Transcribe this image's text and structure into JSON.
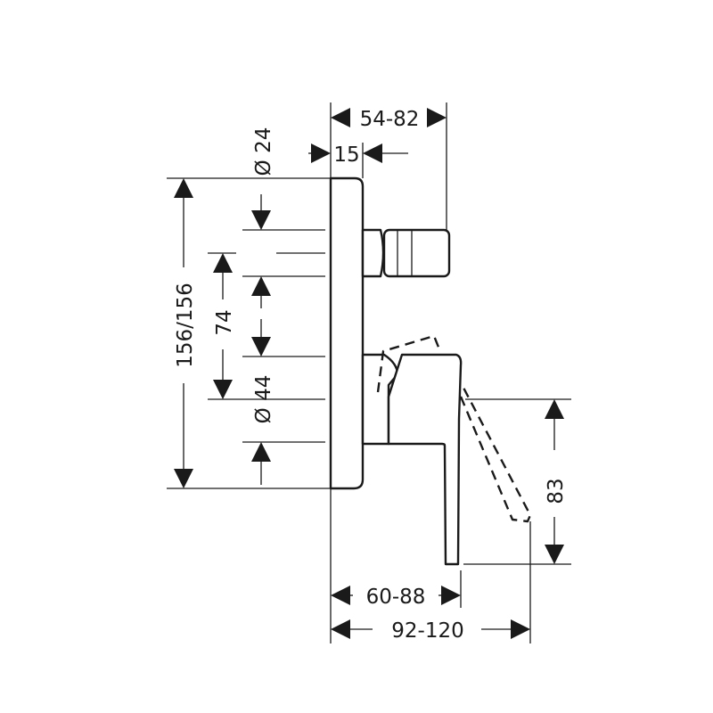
{
  "dimensions": {
    "depth_range": "54-82",
    "plate_thickness": "15",
    "spout_diameter": "Ø 24",
    "plate_height": "156/156",
    "axis_spacing": "74",
    "handle_diameter": "Ø 44",
    "handle_drop": "83",
    "handle_depth_range": "60-88",
    "total_depth_range": "92-120"
  },
  "colors": {
    "line": "#1a1a1a",
    "background": "#ffffff"
  }
}
